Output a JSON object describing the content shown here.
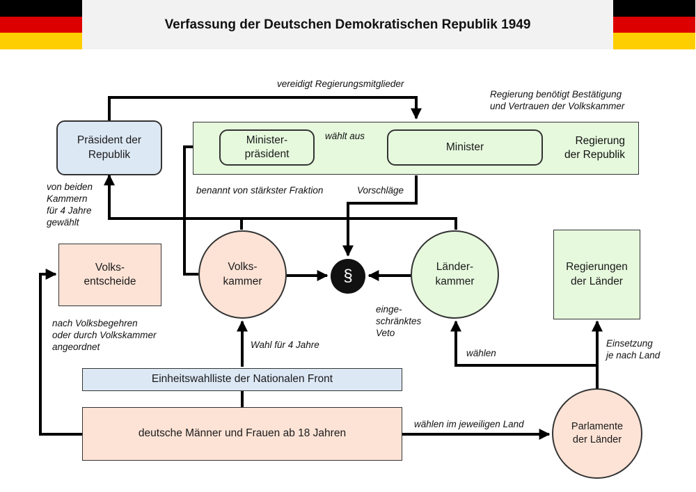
{
  "title": "Verfassung der Deutschen Demokratischen Republik 1949",
  "colors": {
    "flag_black": "#000000",
    "flag_red": "#dd0000",
    "flag_gold": "#ffce00",
    "blue_box": "#dde8f5",
    "peach_box": "#fde3d6",
    "green_box": "#e6f9dd",
    "line": "#000000"
  },
  "nodes": {
    "praesident": "Präsident der\nRepublik",
    "ministerpraesident": "Minister-\npräsident",
    "minister": "Minister",
    "regierung": "Regierung\nder Republik",
    "volksentscheide": "Volks-\nentscheide",
    "volkskammer": "Volks-\nkammer",
    "paragraph": "§",
    "laenderkammer": "Länder-\nkammer",
    "regierungen_laender": "Regierungen\nder Länder",
    "einheitswahlliste": "Einheitswahlliste der Nationalen Front",
    "waehler": "deutsche Männer und Frauen ab 18 Jahren",
    "parlamente_laender": "Parlamente\nder Länder"
  },
  "labels": {
    "vereidigt": "vereidigt Regierungsmitglieder",
    "bestaetigung": "Regierung benötigt Bestätigung\nund Vertrauen der Volkskammer",
    "waehlt_aus": "wählt aus",
    "gewaehlt": "von beiden\nKammern\nfür 4 Jahre\ngewählt",
    "benannt": "benannt von stärkster Fraktion",
    "vorschlaege": "Vorschläge",
    "volksbegehren": "nach Volksbegehren\noder durch Volkskammer\nangeordnet",
    "veto": "einge-\nschränktes\nVeto",
    "wahl_4_jahre": "Wahl für 4 Jahre",
    "waehlen": "wählen",
    "einsetzung": "Einsetzung\nje nach Land",
    "waehlen_land": "wählen im jeweiligen Land"
  }
}
